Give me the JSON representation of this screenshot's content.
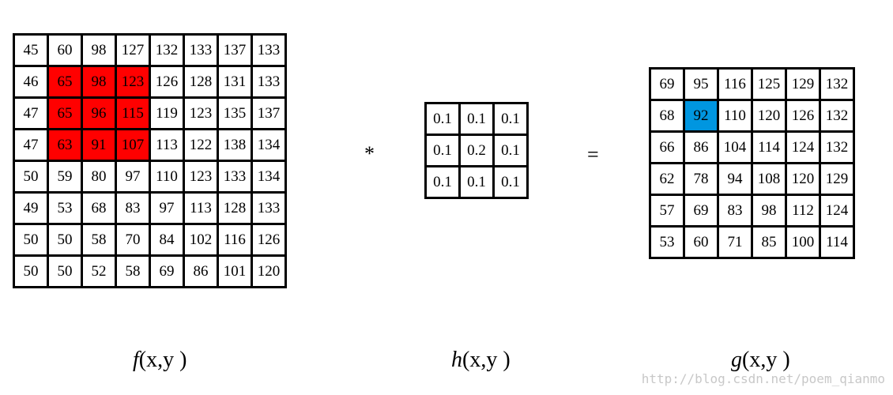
{
  "input_image": {
    "label_func": "f",
    "label_args": "(x,y )",
    "highlight_color": "#ff0000",
    "rows": [
      [
        "45",
        "60",
        "98",
        "127",
        "132",
        "133",
        "137",
        "133"
      ],
      [
        "46",
        "65",
        "98",
        "123",
        "126",
        "128",
        "131",
        "133"
      ],
      [
        "47",
        "65",
        "96",
        "115",
        "119",
        "123",
        "135",
        "137"
      ],
      [
        "47",
        "63",
        "91",
        "107",
        "113",
        "122",
        "138",
        "134"
      ],
      [
        "50",
        "59",
        "80",
        "97",
        "110",
        "123",
        "133",
        "134"
      ],
      [
        "49",
        "53",
        "68",
        "83",
        "97",
        "113",
        "128",
        "133"
      ],
      [
        "50",
        "50",
        "58",
        "70",
        "84",
        "102",
        "116",
        "126"
      ],
      [
        "50",
        "50",
        "52",
        "58",
        "69",
        "86",
        "101",
        "120"
      ]
    ],
    "highlighted": [
      [
        1,
        1
      ],
      [
        1,
        2
      ],
      [
        1,
        3
      ],
      [
        2,
        1
      ],
      [
        2,
        2
      ],
      [
        2,
        3
      ],
      [
        3,
        1
      ],
      [
        3,
        2
      ],
      [
        3,
        3
      ]
    ]
  },
  "operator_convolve": "*",
  "kernel": {
    "label_func": "h",
    "label_args": "(x,y )",
    "rows": [
      [
        "0.1",
        "0.1",
        "0.1"
      ],
      [
        "0.1",
        "0.2",
        "0.1"
      ],
      [
        "0.1",
        "0.1",
        "0.1"
      ]
    ]
  },
  "operator_equals": "=",
  "output_image": {
    "label_func": "g",
    "label_args": "(x,y )",
    "highlight_color": "#0096e0",
    "rows": [
      [
        "69",
        "95",
        "116",
        "125",
        "129",
        "132"
      ],
      [
        "68",
        "92",
        "110",
        "120",
        "126",
        "132"
      ],
      [
        "66",
        "86",
        "104",
        "114",
        "124",
        "132"
      ],
      [
        "62",
        "78",
        "94",
        "108",
        "120",
        "129"
      ],
      [
        "57",
        "69",
        "83",
        "98",
        "112",
        "124"
      ],
      [
        "53",
        "60",
        "71",
        "85",
        "100",
        "114"
      ]
    ],
    "highlighted": [
      [
        1,
        1
      ]
    ]
  },
  "watermark": "http://blog.csdn.net/poem_qianmo"
}
